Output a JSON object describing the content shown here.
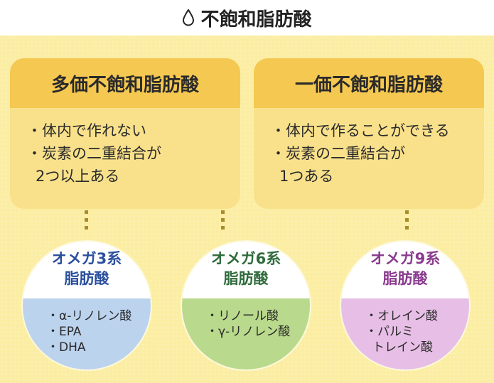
{
  "title": "不飽和脂肪酸",
  "cards": [
    {
      "heading": "多価不飽和脂肪酸",
      "items": [
        "・体内で作れない",
        "・炭素の二重結合が",
        "2つ以上ある"
      ]
    },
    {
      "heading": "一価不飽和脂肪酸",
      "items": [
        "・体内で作ることができる",
        "・炭素の二重結合が",
        "1つある"
      ]
    }
  ],
  "circles": [
    {
      "title_line1": "オメガ3系",
      "title_line2": "脂肪酸",
      "title_color": "#2b4f9e",
      "bottom_color": "#bcd3ee",
      "items": [
        "・α-リノレン酸",
        "・EPA",
        "・DHA"
      ]
    },
    {
      "title_line1": "オメガ6系",
      "title_line2": "脂肪酸",
      "title_color": "#2f6b3c",
      "bottom_color": "#b9d98c",
      "items": [
        "・リノール酸",
        "・γ-リノレン酸"
      ]
    },
    {
      "title_line1": "オメガ9系",
      "title_line2": "脂肪酸",
      "title_color": "#8a3a8e",
      "bottom_color": "#e7bfe6",
      "items": [
        "・オレイン酸",
        "・パルミ",
        "トレイン酸"
      ]
    }
  ],
  "colors": {
    "background": "#fbeea4",
    "card": "#f9e18b",
    "card_head": "#f5c851"
  },
  "icons": {
    "title_icon": "droplet-icon"
  }
}
